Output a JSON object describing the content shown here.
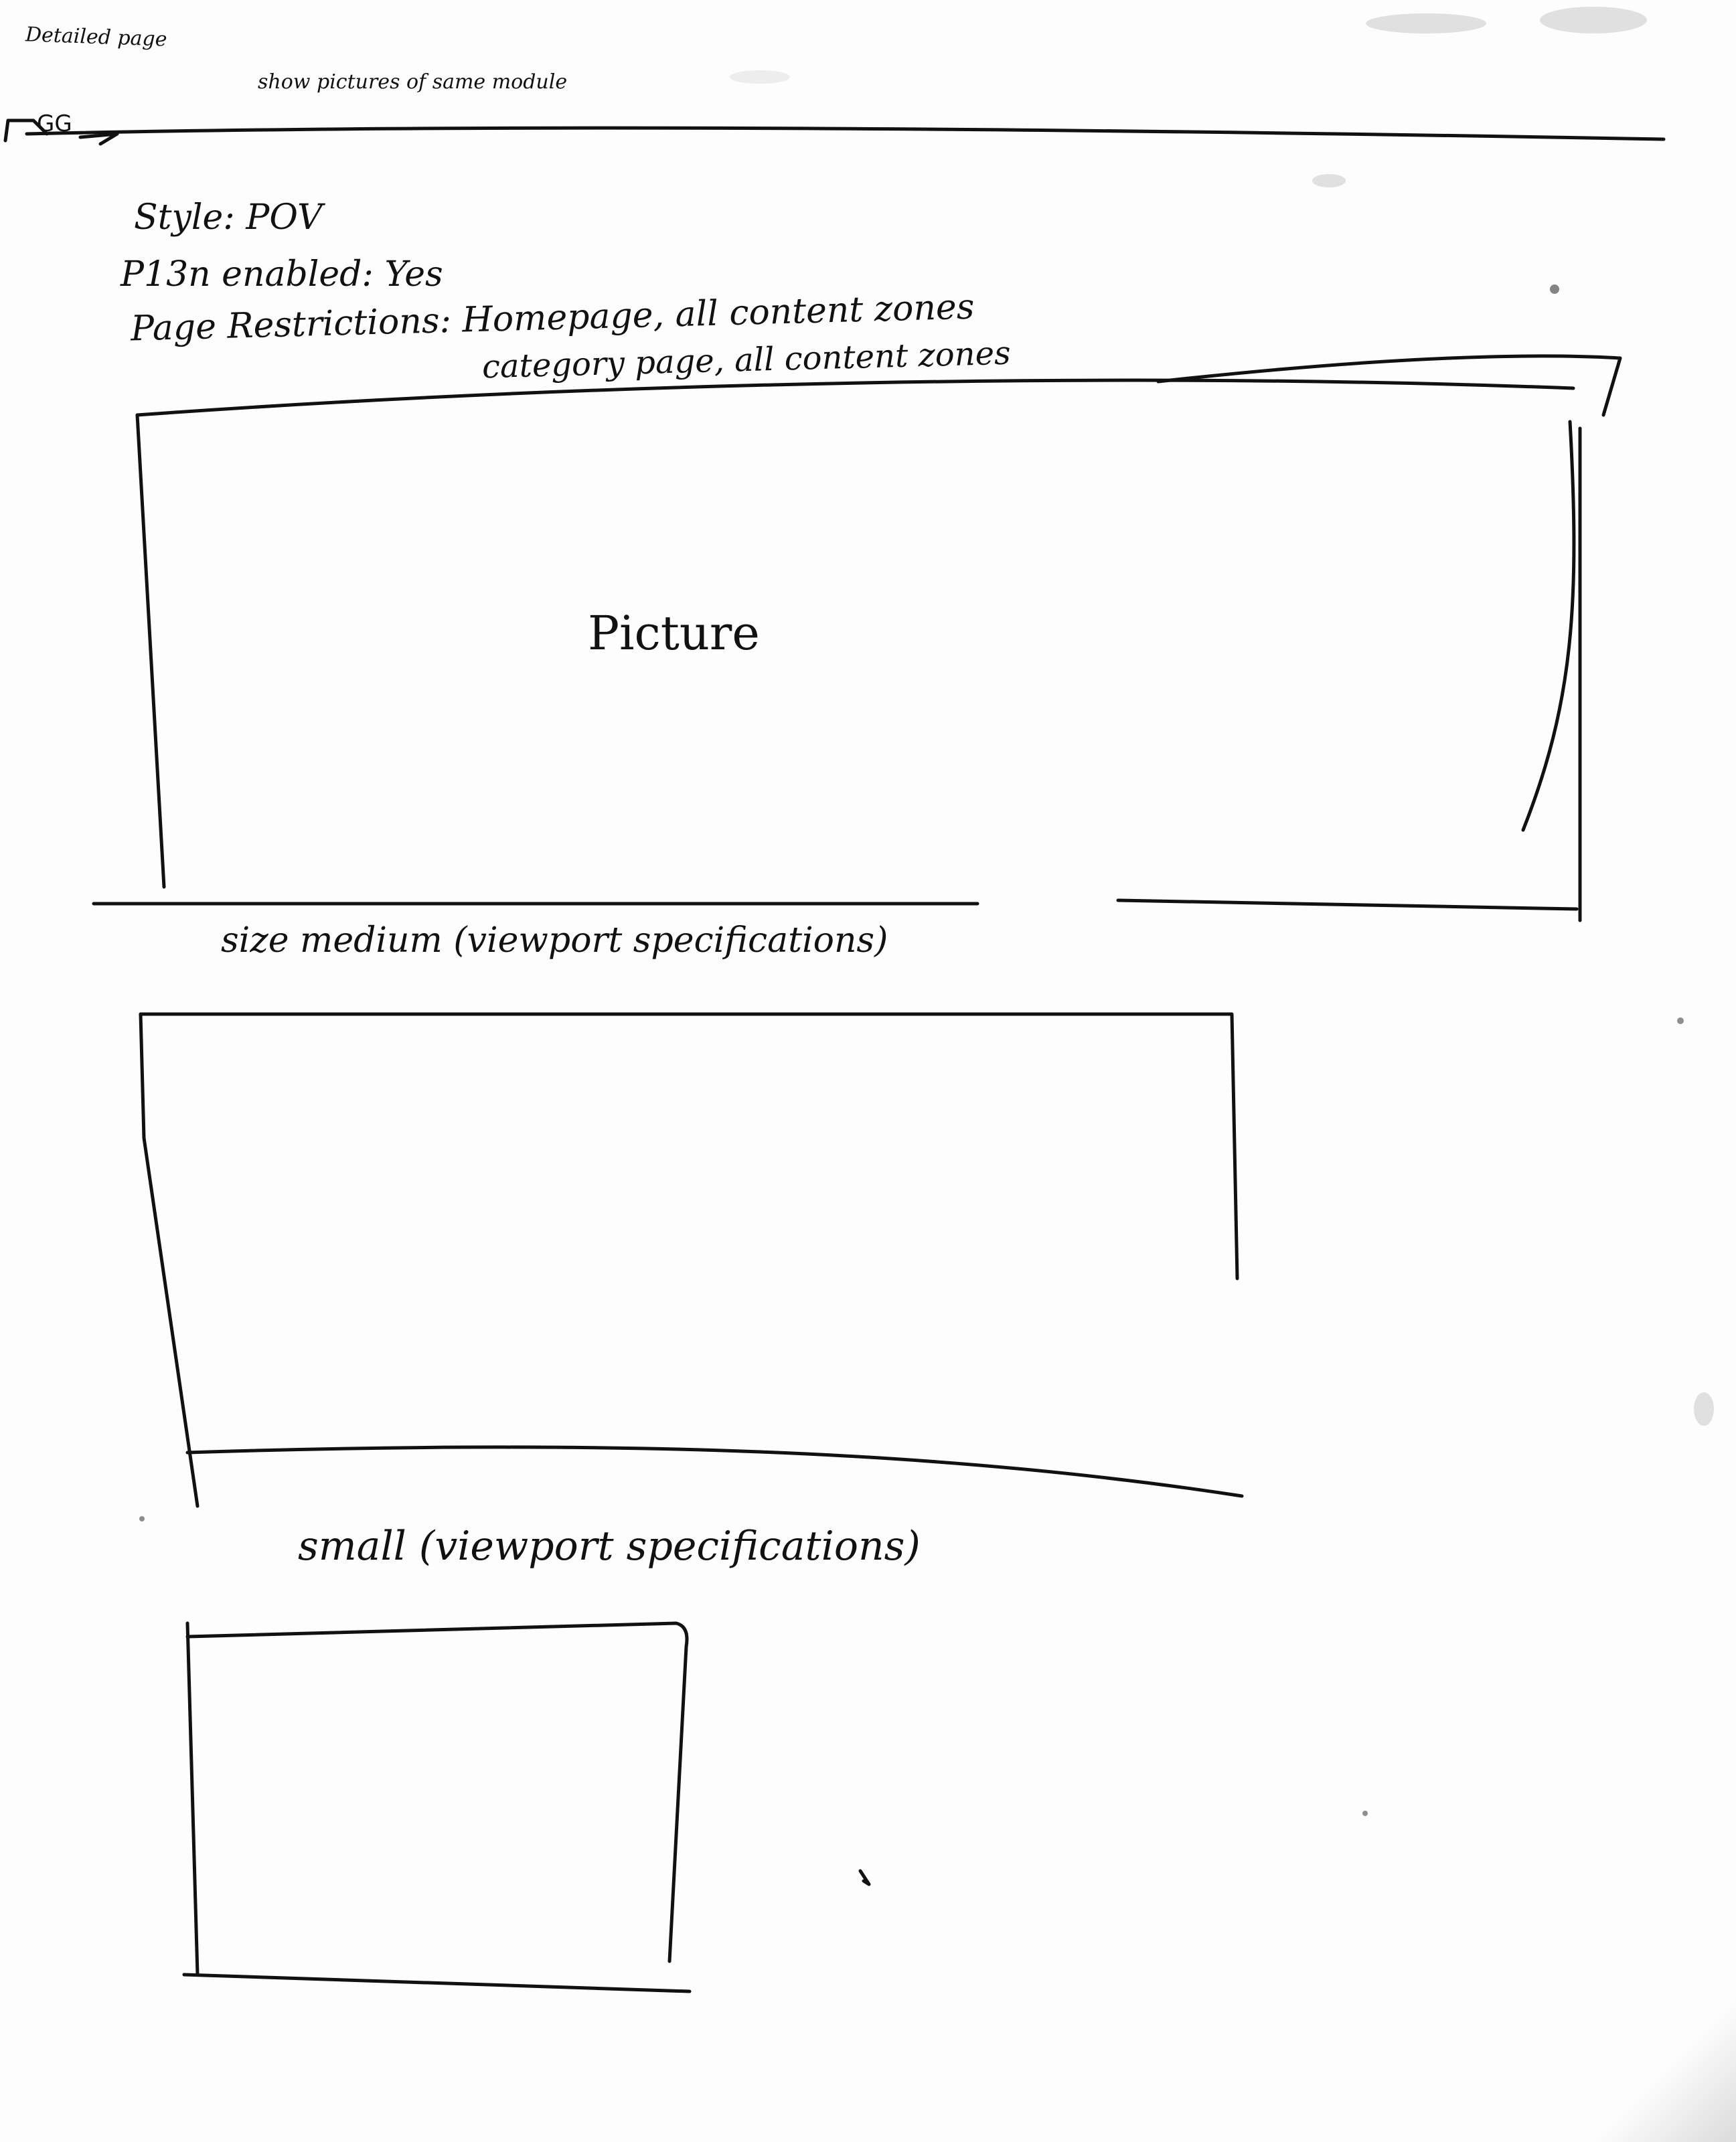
{
  "page_title": "Detailed page",
  "note": "show pictures of same module",
  "logo": "GG",
  "fields": {
    "style": "Style: POV",
    "p13n": "P13n enabled: Yes",
    "restrictions_line1": "Page Restrictions: Homepage, all content zones",
    "restrictions_line2": "category page, all content zones"
  },
  "large_frame": {
    "label": "Picture"
  },
  "medium_frame": {
    "caption": "size medium (viewport specifications)"
  },
  "small_frame": {
    "caption": "small (viewport specifications)"
  }
}
